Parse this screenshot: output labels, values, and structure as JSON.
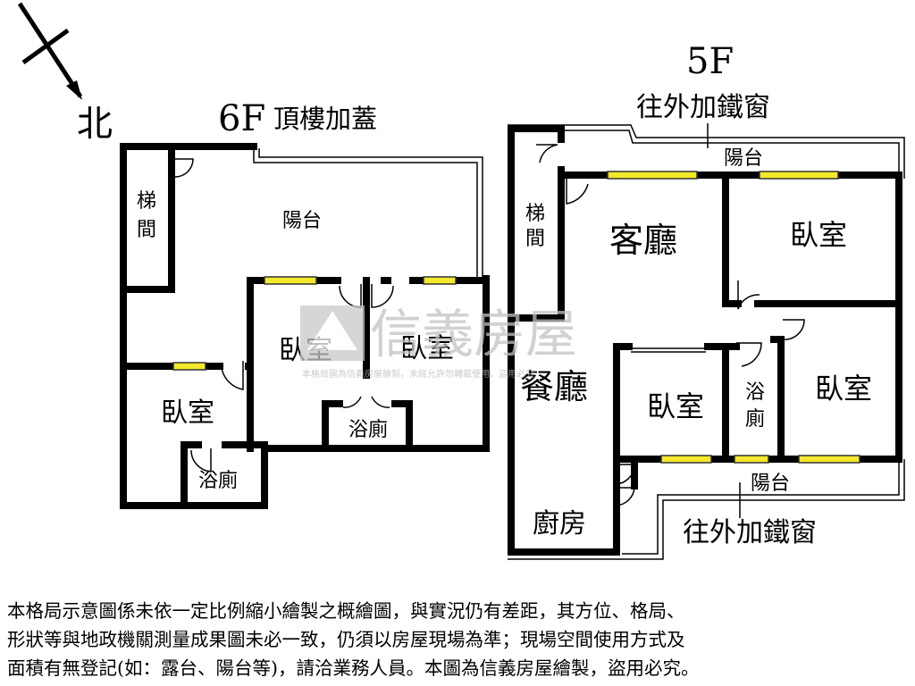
{
  "north_label": "北",
  "floor_6f": {
    "title": "6F",
    "subtitle": "頂樓加蓋",
    "rooms": {
      "stair": "梯\n間",
      "balcony": "陽台",
      "bedroom_left": "臥室",
      "bedroom_mid": "臥室",
      "bedroom_right": "臥室",
      "bath_lower": "浴廁",
      "bath_mid": "浴廁"
    }
  },
  "floor_5f": {
    "title": "5F",
    "note_top": "往外加鐵窗",
    "note_bottom": "往外加鐵窗",
    "rooms": {
      "balcony_top": "陽台",
      "stair": "梯\n間",
      "living": "客廳",
      "bedroom_top_right": "臥室",
      "dining": "餐廳",
      "bedroom_center": "臥室",
      "bath": "浴\n廁",
      "bedroom_right": "臥室",
      "balcony_bottom": "陽台",
      "kitchen": "廚房"
    }
  },
  "watermark": {
    "brand": "信義房屋",
    "line": "本格局圖為信義房屋繪製，未經允許勿轉載使用，盜用必究"
  },
  "disclaimer": [
    "本格局示意圖係未依一定比例縮小繪製之概繪圖，與實況仍有差距，其方位、格局、",
    "形狀等與地政機關測量成果圖未必一致，仍須以房屋現場為準；現場空間使用方式及",
    "面積有無登記(如：露台、陽台等)，請洽業務人員。本圖為信義房屋繪製，盜用必究。"
  ]
}
